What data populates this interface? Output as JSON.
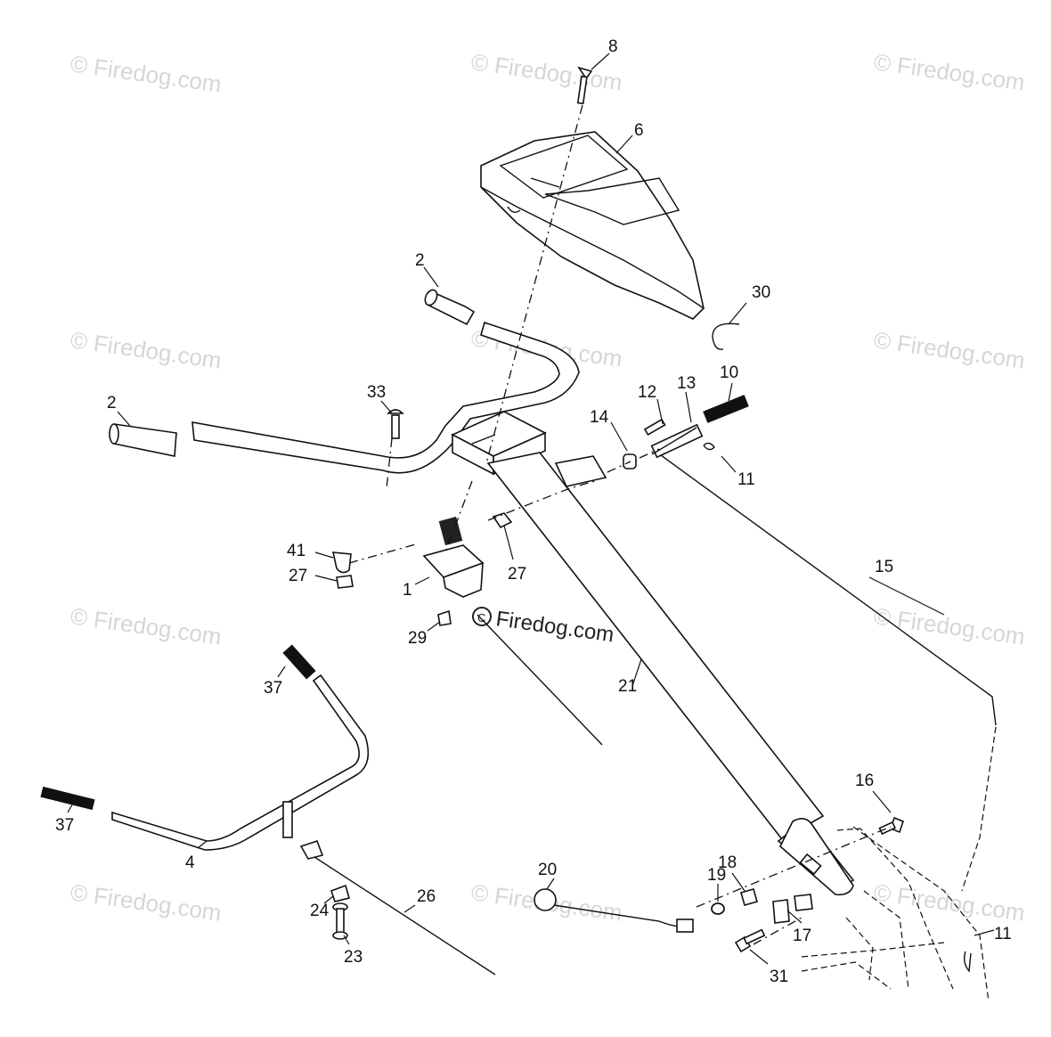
{
  "watermarks": {
    "text": "© Firedog.com",
    "center_text": "Firedog.com"
  },
  "callouts": {
    "c8": "8",
    "c6": "6",
    "c2a": "2",
    "c30": "30",
    "c2b": "2",
    "c33": "33",
    "c12": "12",
    "c13": "13",
    "c10": "10",
    "c14": "14",
    "c11a": "11",
    "c41": "41",
    "c27a": "27",
    "c27b": "27",
    "c1": "1",
    "c29": "29",
    "c15": "15",
    "c21": "21",
    "c37a": "37",
    "c37b": "37",
    "c4": "4",
    "c26": "26",
    "c24": "24",
    "c23": "23",
    "c16": "16",
    "c20": "20",
    "c19": "19",
    "c18": "18",
    "c17": "17",
    "c31": "31",
    "c11b": "11"
  }
}
